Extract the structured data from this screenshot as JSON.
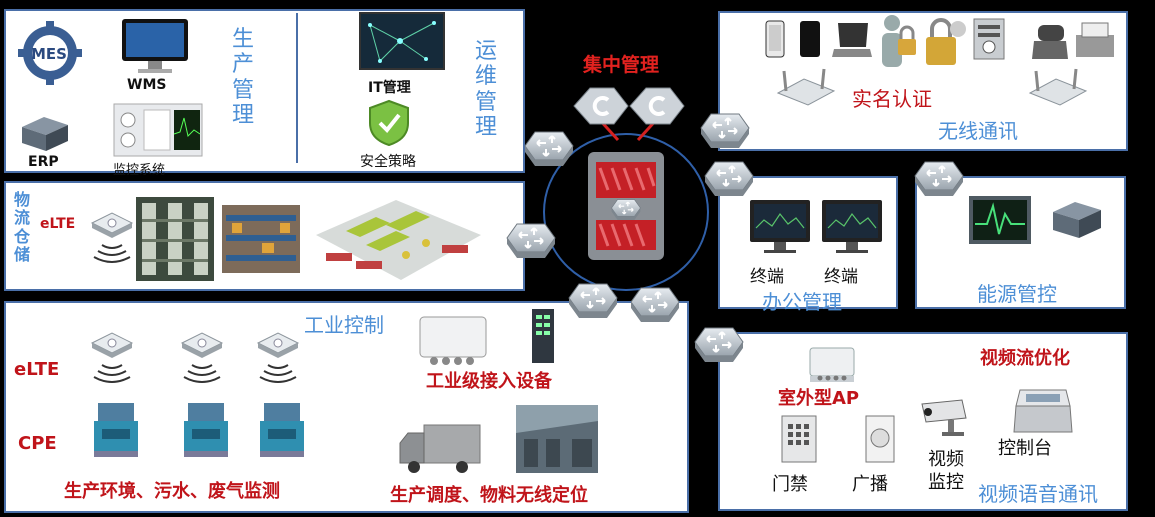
{
  "production": {
    "title": "生产管理",
    "mes": "MES",
    "wms": "WMS",
    "erp": "ERP",
    "monitor": "监控系统"
  },
  "ops": {
    "title": "运维管理",
    "it": "IT管理",
    "security": "安全策略"
  },
  "center": {
    "title": "集中管理"
  },
  "wireless": {
    "title": "无线通讯",
    "realname": "实名认证"
  },
  "logistics": {
    "title": "物流仓储",
    "elte": "eLTE"
  },
  "office": {
    "title": "办公管理",
    "terminal1": "终端",
    "terminal2": "终端"
  },
  "energy": {
    "title": "能源管控"
  },
  "industrial": {
    "title": "工业控制",
    "elte": "eLTE",
    "cpe": "CPE",
    "access": "工业级接入设备",
    "env": "生产环境、污水、废气监测",
    "dispatch": "生产调度、物料无线定位"
  },
  "video": {
    "optimize": "视频流优化",
    "ap": "室外型AP",
    "door": "门禁",
    "broadcast": "广播",
    "surveillance": "视频监控",
    "console": "控制台",
    "title": "视频语音通讯"
  },
  "colors": {
    "panel_border": "#4a6fa8",
    "label_blue": "#4d8fd6",
    "label_red": "#c0141a",
    "background": "#000000"
  }
}
